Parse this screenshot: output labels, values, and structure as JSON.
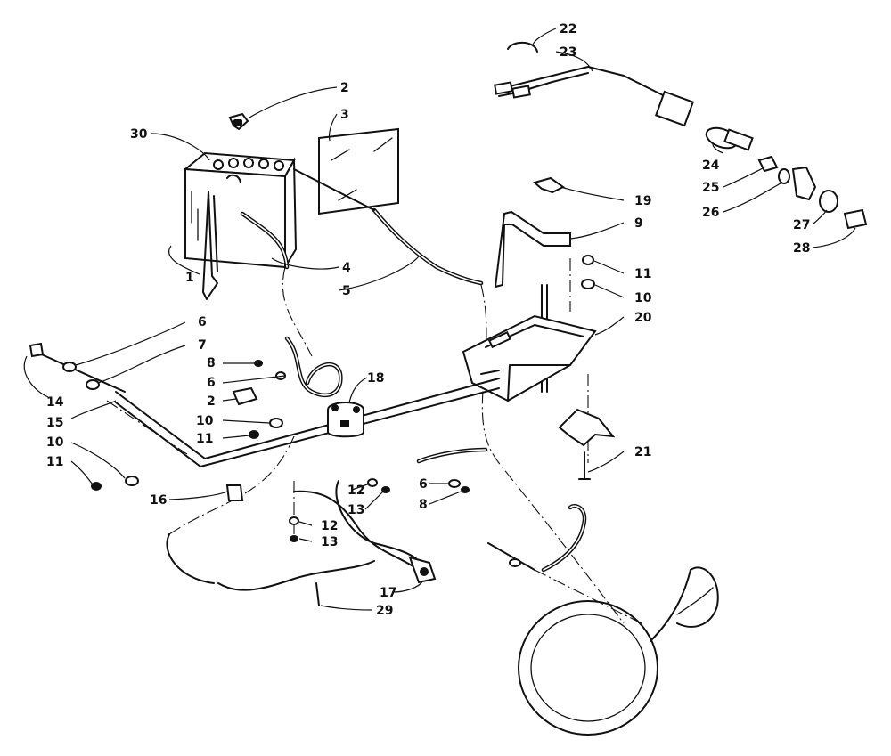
{
  "callouts": [
    {
      "label": "1",
      "part": "battery-strap"
    },
    {
      "label": "2",
      "part": "terminal-cap-top"
    },
    {
      "label": "3",
      "part": "battery-label"
    },
    {
      "label": "4",
      "part": "negative-cable"
    },
    {
      "label": "5",
      "part": "positive-cable"
    },
    {
      "label": "6",
      "part": "washer-left"
    },
    {
      "label": "7",
      "part": "washer-left-2"
    },
    {
      "label": "8",
      "part": "nut-center"
    },
    {
      "label": "6",
      "part": "washer-center"
    },
    {
      "label": "2",
      "part": "terminal-cap-center"
    },
    {
      "label": "10",
      "part": "washer-center-2"
    },
    {
      "label": "11",
      "part": "nut-center-2"
    },
    {
      "label": "14",
      "part": "bolt-left"
    },
    {
      "label": "15",
      "part": "hold-down-rod"
    },
    {
      "label": "10",
      "part": "washer-lower-left"
    },
    {
      "label": "11",
      "part": "nut-lower-left"
    },
    {
      "label": "16",
      "part": "connector-sleeve"
    },
    {
      "label": "18",
      "part": "starter-solenoid"
    },
    {
      "label": "12",
      "part": "washer-solenoid"
    },
    {
      "label": "13",
      "part": "nut-solenoid"
    },
    {
      "label": "12",
      "part": "washer-lower"
    },
    {
      "label": "13",
      "part": "nut-lower"
    },
    {
      "label": "6",
      "part": "washer-right"
    },
    {
      "label": "8",
      "part": "nut-right"
    },
    {
      "label": "17",
      "part": "switch-harness"
    },
    {
      "label": "29",
      "part": "wire-terminal"
    },
    {
      "label": "19",
      "part": "clip"
    },
    {
      "label": "9",
      "part": "battery-bracket"
    },
    {
      "label": "11",
      "part": "nut-bracket"
    },
    {
      "label": "10",
      "part": "washer-bracket"
    },
    {
      "label": "20",
      "part": "battery-tray"
    },
    {
      "label": "21",
      "part": "bolt-bracket"
    },
    {
      "label": "22",
      "part": "retaining-ring"
    },
    {
      "label": "23",
      "part": "key-switch-harness"
    },
    {
      "label": "24",
      "part": "key-switch"
    },
    {
      "label": "25",
      "part": "nut-switch"
    },
    {
      "label": "26",
      "part": "lock-washer-switch"
    },
    {
      "label": "27",
      "part": "bezel"
    },
    {
      "label": "28",
      "part": "key"
    },
    {
      "label": "30",
      "part": "battery"
    }
  ]
}
